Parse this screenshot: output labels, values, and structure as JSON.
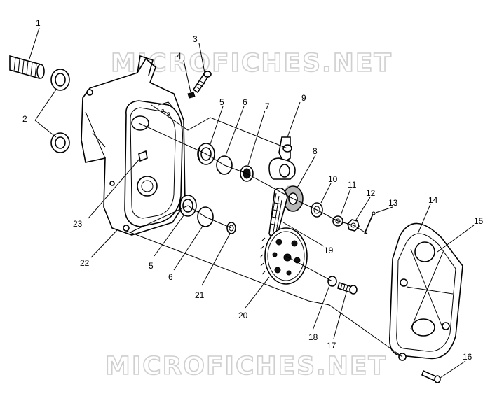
{
  "watermark": {
    "top": "MICROFICHES.NET",
    "bottom": "MICROFICHES.NET"
  },
  "callouts": [
    {
      "id": "c1",
      "label": "1"
    },
    {
      "id": "c2",
      "label": "2"
    },
    {
      "id": "c3",
      "label": "3"
    },
    {
      "id": "c4",
      "label": "4"
    },
    {
      "id": "c5a",
      "label": "5"
    },
    {
      "id": "c6a",
      "label": "6"
    },
    {
      "id": "c7",
      "label": "7"
    },
    {
      "id": "c9",
      "label": "9"
    },
    {
      "id": "c8",
      "label": "8"
    },
    {
      "id": "c10",
      "label": "10"
    },
    {
      "id": "c11",
      "label": "11"
    },
    {
      "id": "c12",
      "label": "12"
    },
    {
      "id": "c13",
      "label": "13"
    },
    {
      "id": "c14",
      "label": "14"
    },
    {
      "id": "c15",
      "label": "15"
    },
    {
      "id": "c23",
      "label": "23"
    },
    {
      "id": "c22",
      "label": "22"
    },
    {
      "id": "c5b",
      "label": "5"
    },
    {
      "id": "c6b",
      "label": "6"
    },
    {
      "id": "c21",
      "label": "21"
    },
    {
      "id": "c19",
      "label": "19"
    },
    {
      "id": "c20",
      "label": "20"
    },
    {
      "id": "c18",
      "label": "18"
    },
    {
      "id": "c17",
      "label": "17"
    },
    {
      "id": "c16",
      "label": "16"
    }
  ]
}
